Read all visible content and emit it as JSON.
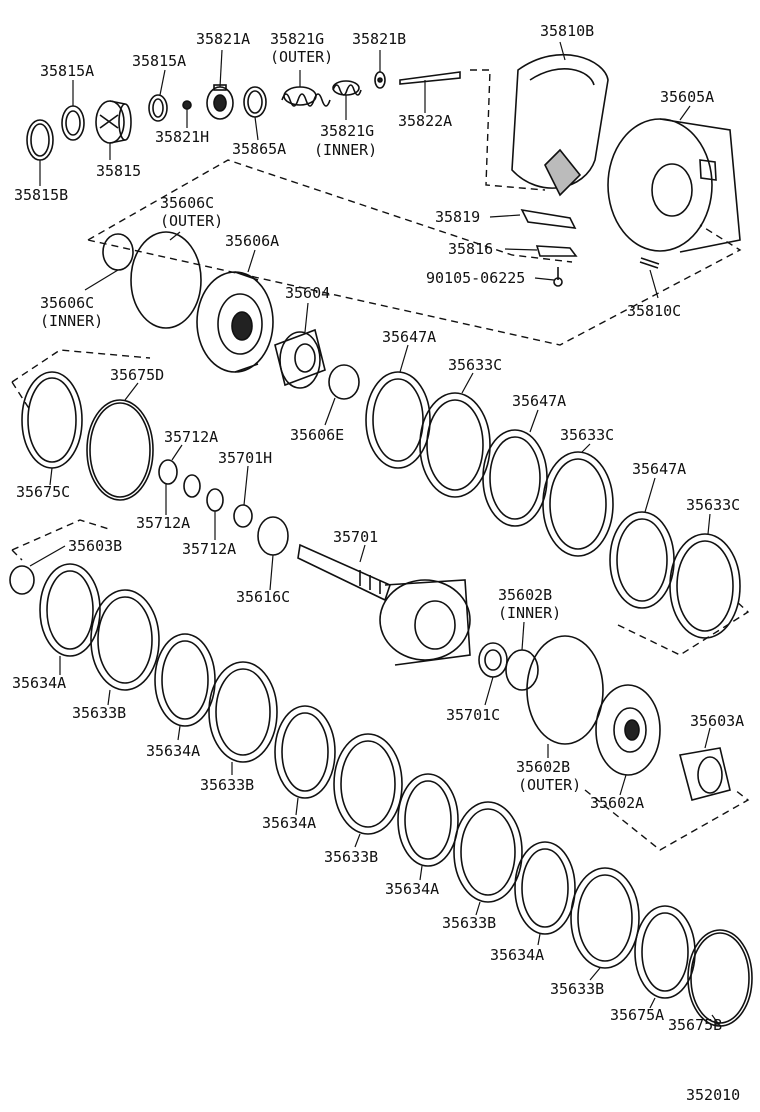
{
  "diagram_id": "352010",
  "labels": {
    "l1": "35815A",
    "l2": "35815A",
    "l3": "35821A",
    "l4": "35821G",
    "l4s": "(OUTER)",
    "l5": "35821B",
    "l6": "35810B",
    "l7": "35605A",
    "l8": "35821H",
    "l9": "35821G",
    "l9s": "(INNER)",
    "l10": "35822A",
    "l11": "35815B",
    "l12": "35815",
    "l13": "35865A",
    "l14": "35606C",
    "l14s": "(OUTER)",
    "l15": "35606A",
    "l16": "35819",
    "l17": "35816",
    "l18": "90105-06225",
    "l19": "35810C",
    "l20": "35606C",
    "l20s": "(INNER)",
    "l21": "35604",
    "l22": "35647A",
    "l23": "35675D",
    "l24": "35633C",
    "l25": "35606E",
    "l26": "35647A",
    "l27": "35712A",
    "l28": "35633C",
    "l29": "35701H",
    "l30": "35647A",
    "l31": "35675C",
    "l32": "35712A",
    "l33": "35633C",
    "l34": "35712A",
    "l35": "35603B",
    "l36": "35701",
    "l37": "35616C",
    "l38": "35602B",
    "l38s": "(INNER)",
    "l39": "35634A",
    "l40": "35633B",
    "l41": "35701C",
    "l42": "35603A",
    "l43": "35634A",
    "l44": "35602B",
    "l44s": "(OUTER)",
    "l45": "35633B",
    "l46": "35602A",
    "l47": "35634A",
    "l48": "35633B",
    "l49": "35634A",
    "l50": "35633B",
    "l51": "35634A",
    "l52": "35633B",
    "l53": "35675A",
    "l54": "35675B"
  }
}
